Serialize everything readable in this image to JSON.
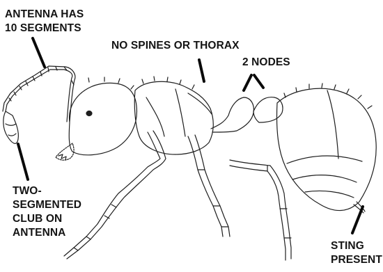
{
  "labels": {
    "antenna_segments": [
      "ANTENNA HAS",
      "10 SEGMENTS"
    ],
    "thorax": [
      "NO SPINES OR THORAX"
    ],
    "nodes": [
      "2 NODES"
    ],
    "club": [
      "TWO-",
      "SEGMENTED",
      "CLUB ON",
      "ANTENNA"
    ],
    "sting": [
      "STING",
      "PRESENT"
    ]
  },
  "colors": {
    "ink": "#141414",
    "pointer": "#0a0a0a",
    "background": "#ffffff"
  }
}
